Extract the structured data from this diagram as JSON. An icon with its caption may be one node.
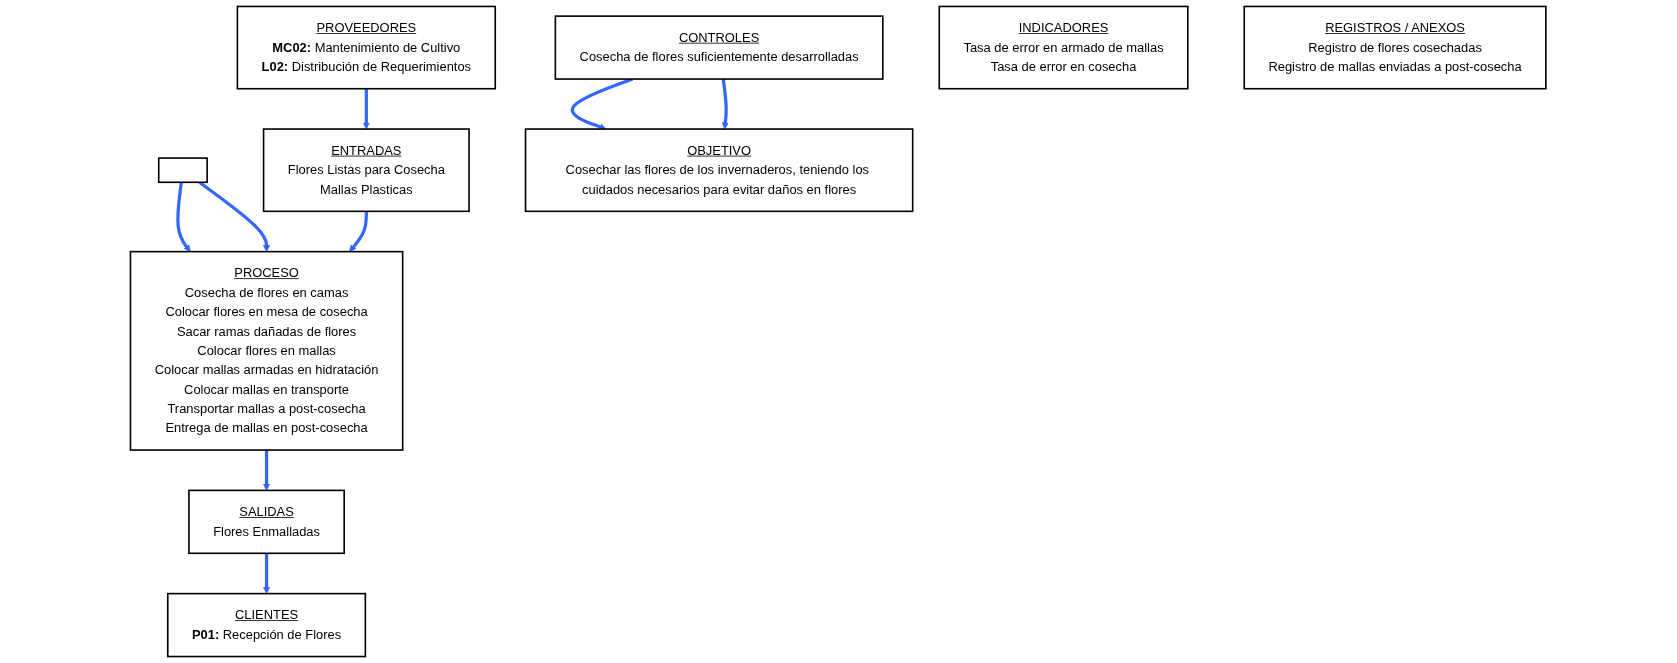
{
  "diagram": {
    "nodes": [
      {
        "text": [],
        "shape": "box"
      },
      {
        "text": [
          "PROVEEDORES",
          "**MC02:** Mantenimiento de Cultivo",
          "**L02:** Distribución de Requerimientos"
        ]
      },
      {
        "text": [
          "PROCESO",
          "Cosecha de flores en camas",
          "Colocar flores en mesa de cosecha",
          "Sacar ramas dañadas de flores",
          "Colocar flores en mallas",
          "Colocar mallas armadas en hidratación",
          "Colocar mallas en transporte",
          "Transportar mallas a post-cosecha",
          "Entrega de mallas en post-cosecha"
        ]
      },
      {
        "text": [
          "CLIENTES",
          "**P01:** Recepción de Flores"
        ]
      },
      {
        "text": [
          "ENTRADAS",
          "Flores Listas para Cosecha",
          "Mallas Plasticas"
        ]
      },
      {
        "text": [
          "SALIDAS",
          "Flores Enmalladas"
        ]
      },
      {
        "text": [
          "INDICADORES",
          "Tasa de error en armado de mallas",
          "Tasa de error en cosecha"
        ]
      },
      {
        "text": [
          "OBJETIVO",
          "Cosechar las flores de los invernaderos, teniendo los cuidados necesarios para evitar daños en flores"
        ]
      },
      {
        "text": [
          "REGISTROS / ANEXOS",
          "Registro de flores cosechadas",
          "Registro de mallas enviadas a post-cosecha"
        ]
      },
      {
        "text": [
          "CONTROLES",
          "Cosecha de flores suficientemente desarrolladas"
        ]
      }
    ],
    "edges": [
      {
        "from": 0,
        "to": 2,
        "arrow": "to"
      },
      {
        "from": 0,
        "to": 2,
        "arrow": "to"
      },
      {
        "from": 1,
        "to": 4,
        "arrow": "to"
      },
      {
        "from": 4,
        "to": 2,
        "arrow": "to"
      },
      {
        "from": 2,
        "to": 5,
        "arrow": "to"
      },
      {
        "from": 5,
        "to": 3,
        "arrow": "to"
      },
      {
        "from": 9,
        "to": 7,
        "arrow": "to"
      },
      {
        "from": 9,
        "to": 7,
        "arrow": "to"
      }
    ]
  }
}
